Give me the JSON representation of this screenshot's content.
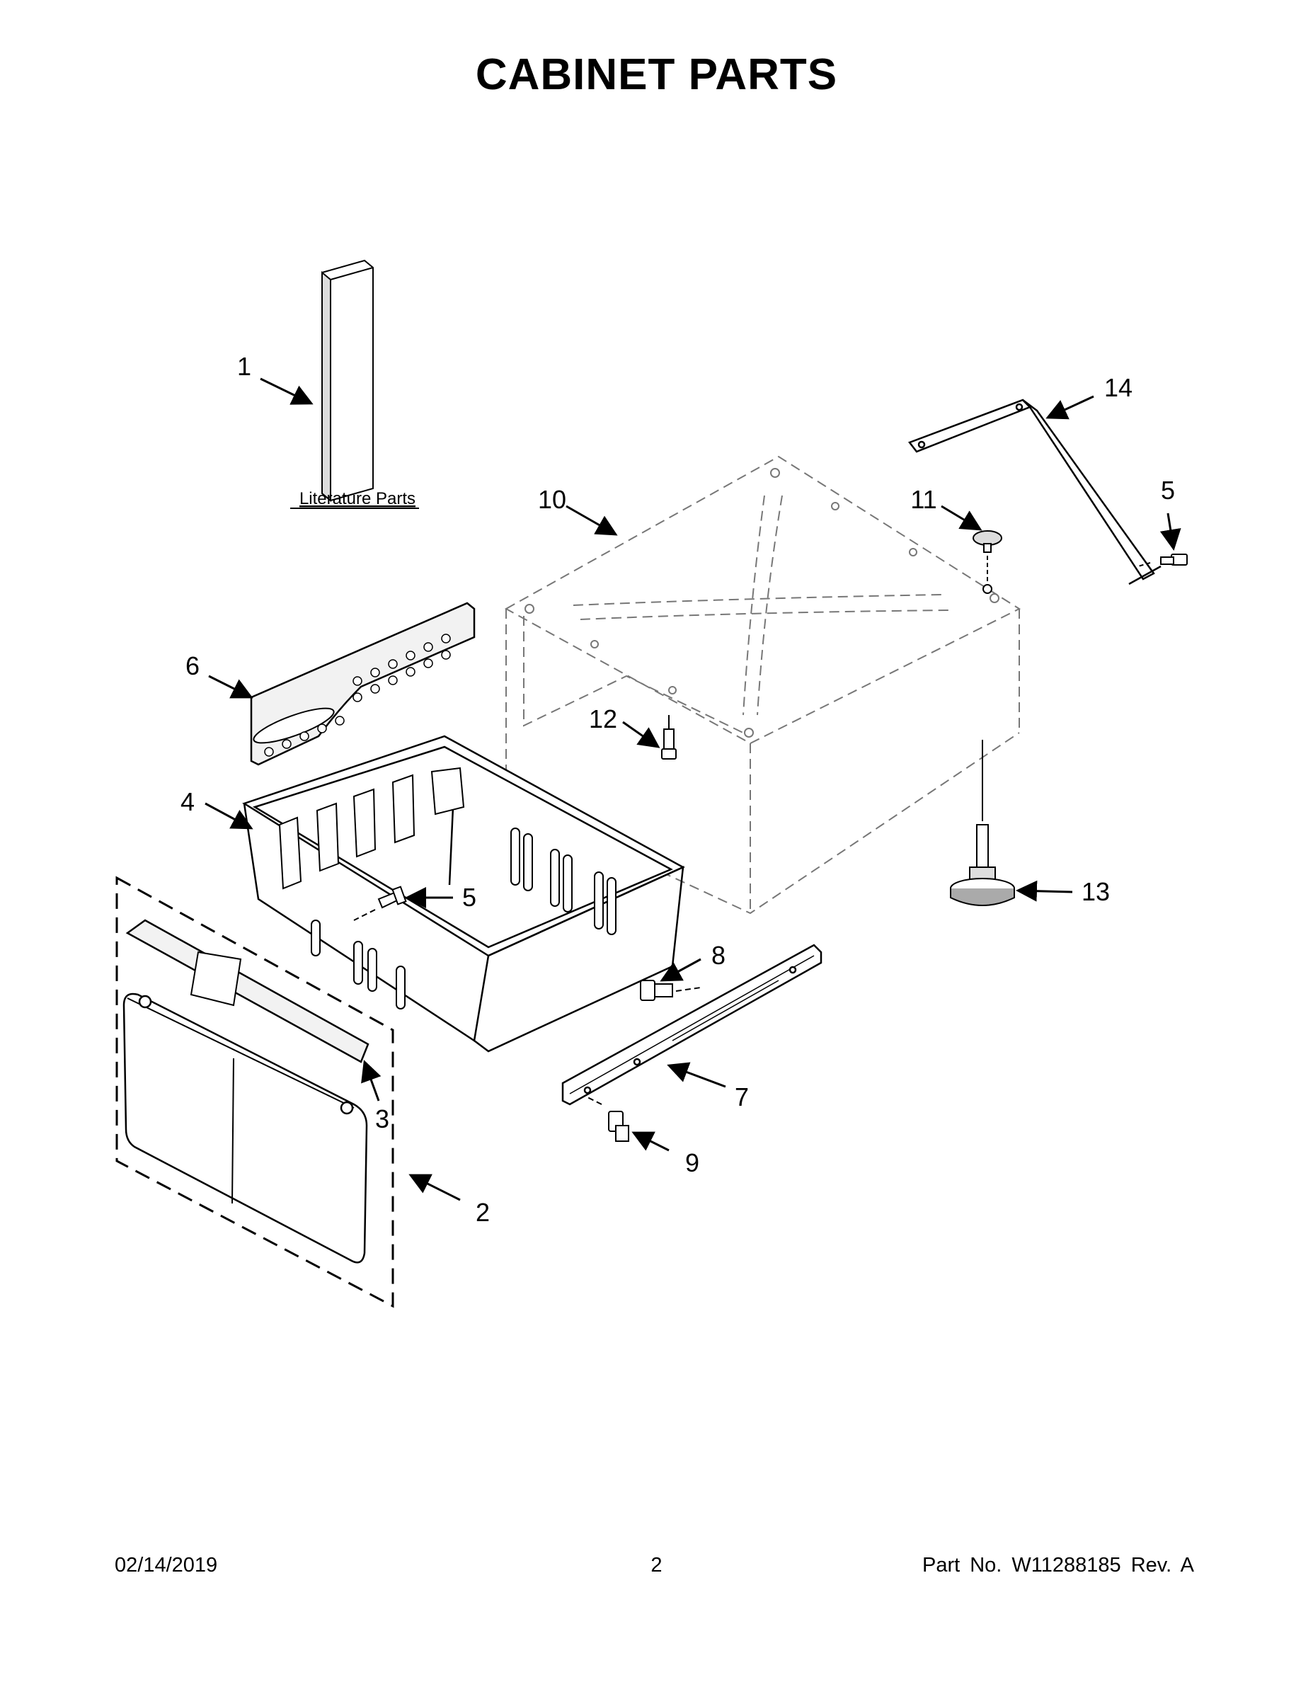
{
  "title": "CABINET PARTS",
  "literature_label": "Literature Parts",
  "callouts": [
    {
      "id": "c1",
      "label": "1"
    },
    {
      "id": "c2",
      "label": "2"
    },
    {
      "id": "c3",
      "label": "3"
    },
    {
      "id": "c4",
      "label": "4"
    },
    {
      "id": "c5a",
      "label": "5"
    },
    {
      "id": "c5b",
      "label": "5"
    },
    {
      "id": "c6",
      "label": "6"
    },
    {
      "id": "c7",
      "label": "7"
    },
    {
      "id": "c8",
      "label": "8"
    },
    {
      "id": "c9",
      "label": "9"
    },
    {
      "id": "c10",
      "label": "10"
    },
    {
      "id": "c11",
      "label": "11"
    },
    {
      "id": "c12",
      "label": "12"
    },
    {
      "id": "c13",
      "label": "13"
    },
    {
      "id": "c14",
      "label": "14"
    }
  ],
  "footer": {
    "date": "02/14/2019",
    "page": "2",
    "part_no": "Part No.  W11288185  Rev.  A"
  }
}
